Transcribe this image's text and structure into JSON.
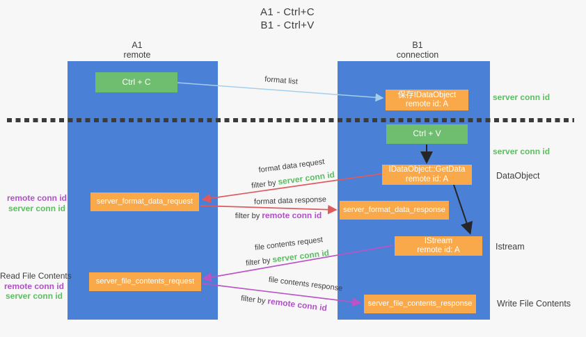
{
  "title": {
    "line1": "A1 - Ctrl+C",
    "line2": "B1 - Ctrl+V"
  },
  "lifelines": {
    "left": {
      "name": "A1",
      "role": "remote"
    },
    "right": {
      "name": "B1",
      "role": "connection"
    }
  },
  "nodes": {
    "ctrl_c": {
      "label": "Ctrl + C"
    },
    "ctrl_v": {
      "label": "Ctrl + V"
    },
    "save_dataobject": {
      "line1": "保存IDataObject",
      "line2": "remote id: A"
    },
    "getdata": {
      "line1": "IDataObject::GetData",
      "line2": "remote id: A"
    },
    "istream": {
      "line1": "IStream",
      "line2": "remote id: A"
    },
    "server_format_data_request": {
      "label": "server_format_data_request"
    },
    "server_format_data_response": {
      "label": "server_format_data_response"
    },
    "server_file_contents_request": {
      "label": "server_file_contents_request"
    },
    "server_file_contents_response": {
      "label": "server_file_contents_response"
    }
  },
  "arrow_labels": {
    "format_list": "format list",
    "format_data_request": "format data request",
    "format_data_response": "format data response",
    "file_contents_request": "file contents request",
    "file_contents_response": "file contents response",
    "filter_by": "filter by ",
    "server_conn_id": "server conn id",
    "remote_conn_id": "remote conn id"
  },
  "side_labels": {
    "server_conn_id_top": "server conn id",
    "server_conn_id_mid": "server conn id",
    "dataobject": "DataObject",
    "istream": "Istream",
    "read_file_contents": "Read File Contents",
    "write_file_contents": "Write File Contents",
    "remote_conn_id": "remote conn id",
    "server_conn_id": "server conn id"
  },
  "colors": {
    "bg": "#f7f7f7",
    "lifeline-blue": "#4a80d5",
    "green-box": "#6fbe70",
    "orange-box": "#f9a94a",
    "arrow-lightblue": "#a5cfe9",
    "arrow-red": "#e05a5c",
    "arrow-magenta": "#bb54c4",
    "text-green": "#5dbd62",
    "text-purple": "#b150c6",
    "text-dark": "#3d3d3d",
    "arrow-black": "#262626"
  }
}
